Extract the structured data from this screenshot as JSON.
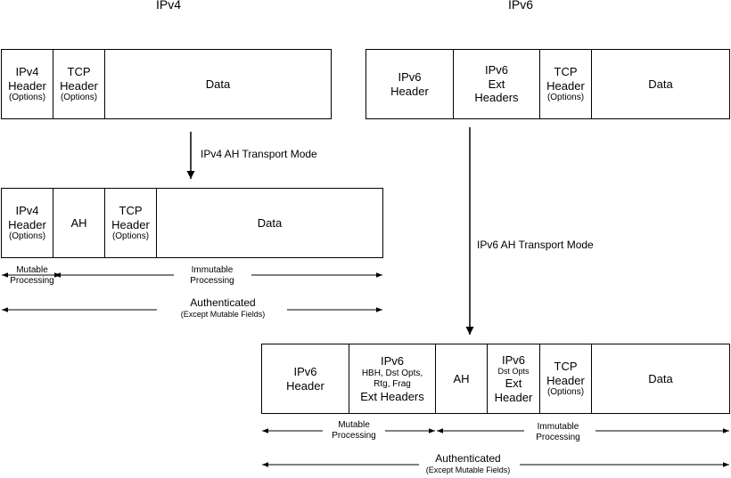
{
  "titles": {
    "ipv4": "IPv4",
    "ipv6": "IPv6"
  },
  "ipv4_packet": {
    "ipv4_header": {
      "line1": "IPv4",
      "line2": "Header",
      "options": "(Options)"
    },
    "tcp_header": {
      "line1": "TCP",
      "line2": "Header",
      "options": "(Options)"
    },
    "data": "Data"
  },
  "ipv6_packet": {
    "ipv6_header": {
      "line1": "IPv6",
      "line2": "Header"
    },
    "ext_headers": {
      "line1": "IPv6",
      "line2": "Ext",
      "line3": "Headers"
    },
    "tcp_header": {
      "line1": "TCP",
      "line2": "Header",
      "options": "(Options)"
    },
    "data": "Data"
  },
  "ipv4_mode_label": "IPv4 AH Transport Mode",
  "ipv6_mode_label": "IPv6 AH Transport Mode",
  "ipv4_ah_packet": {
    "ipv4_header": {
      "line1": "IPv4",
      "line2": "Header",
      "options": "(Options)"
    },
    "ah": "AH",
    "tcp_header": {
      "line1": "TCP",
      "line2": "Header",
      "options": "(Options)"
    },
    "data": "Data",
    "mutable": {
      "line1": "Mutable",
      "line2": "Processing"
    },
    "immutable": {
      "line1": "Immutable",
      "line2": "Processing"
    },
    "authenticated": {
      "title": "Authenticated",
      "note": "(Except Mutable Fields)"
    }
  },
  "ipv6_ah_packet": {
    "ipv6_header": {
      "line1": "IPv6",
      "line2": "Header"
    },
    "ext_headers": {
      "line1": "IPv6",
      "line2": "HBH, Dst Opts,",
      "line3": "Rtg, Frag",
      "line4": "Ext Headers"
    },
    "ah": "AH",
    "dst_opts": {
      "line1": "IPv6",
      "line2": "Dst Opts",
      "line3": "Ext",
      "line4": "Header"
    },
    "tcp_header": {
      "line1": "TCP",
      "line2": "Header",
      "options": "(Options)"
    },
    "data": "Data",
    "mutable": {
      "line1": "Mutable",
      "line2": "Processing"
    },
    "immutable": {
      "line1": "Immutable",
      "line2": "Processing"
    },
    "authenticated": {
      "title": "Authenticated",
      "note": "(Except Mutable Fields)"
    }
  }
}
